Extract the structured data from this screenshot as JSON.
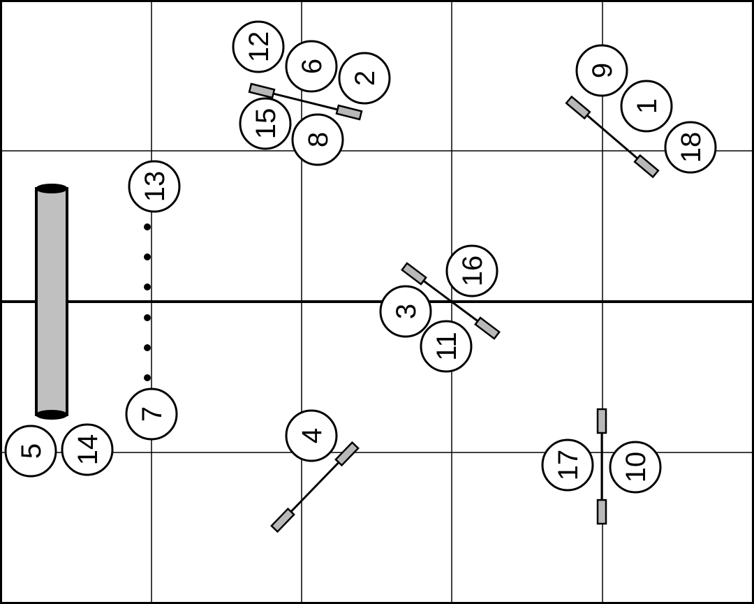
{
  "colors": {
    "background": "#ffffff",
    "ink": "#000000",
    "equipment_fill": "#b8b8b8"
  },
  "equipment": [
    {
      "kind": "tunnel",
      "name": "tunnel"
    },
    {
      "kind": "weave-poles",
      "name": "weave-poles"
    },
    {
      "kind": "jump",
      "name": "jump-top-center"
    },
    {
      "kind": "jump",
      "name": "jump-top-right"
    },
    {
      "kind": "jump",
      "name": "jump-center"
    },
    {
      "kind": "jump",
      "name": "jump-bottom-left"
    },
    {
      "kind": "jump",
      "name": "jump-bottom-right"
    }
  ],
  "markers": [
    {
      "label": "1"
    },
    {
      "label": "2"
    },
    {
      "label": "3"
    },
    {
      "label": "4"
    },
    {
      "label": "5"
    },
    {
      "label": "6"
    },
    {
      "label": "7"
    },
    {
      "label": "8"
    },
    {
      "label": "9"
    },
    {
      "label": "10"
    },
    {
      "label": "11"
    },
    {
      "label": "12"
    },
    {
      "label": "13"
    },
    {
      "label": "14"
    },
    {
      "label": "15"
    },
    {
      "label": "16"
    },
    {
      "label": "17"
    },
    {
      "label": "18"
    }
  ]
}
